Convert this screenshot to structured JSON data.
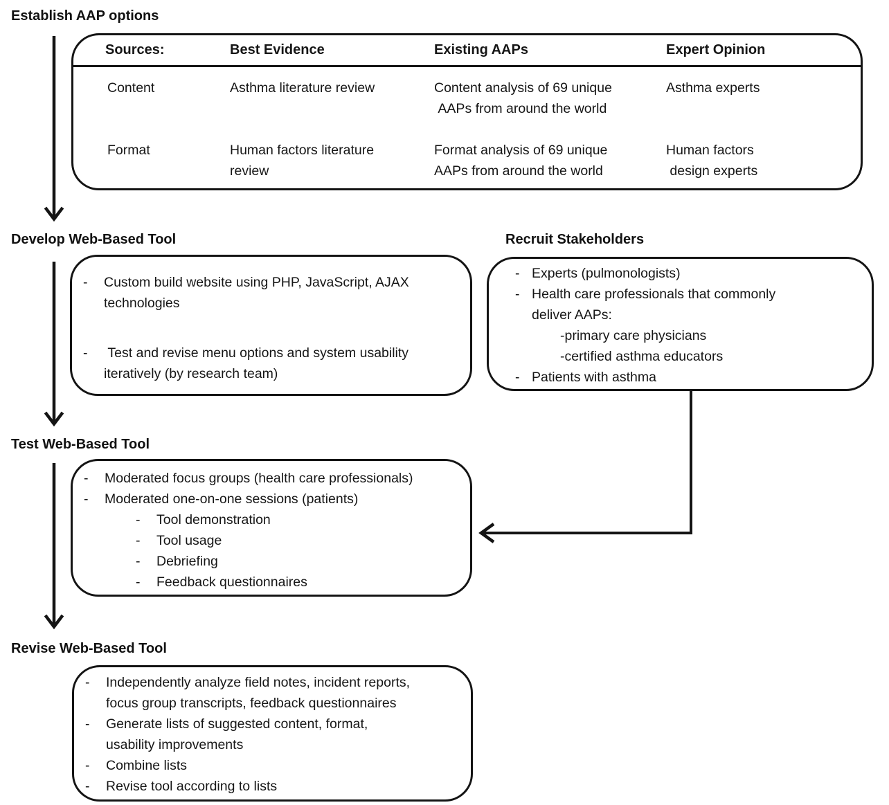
{
  "colors": {
    "ink": "#141414",
    "background": "#ffffff"
  },
  "headings": {
    "establish": "Establish AAP options",
    "develop": "Develop Web-Based Tool",
    "recruit": "Recruit Stakeholders",
    "test": "Test Web-Based Tool",
    "revise": "Revise Web-Based Tool"
  },
  "sources_table": {
    "headers": [
      "Sources:",
      "Best Evidence",
      "Existing AAPs",
      "Expert Opinion"
    ],
    "rows": [
      {
        "source": "Content",
        "best_evidence": "Asthma literature review",
        "existing_aaps": "Content analysis of 69 unique\n AAPs from around the world",
        "expert_opinion": "Asthma experts"
      },
      {
        "source": "Format",
        "best_evidence": "Human factors literature\nreview",
        "existing_aaps": "Format analysis of 69 unique\nAAPs from around the world",
        "expert_opinion": "Human factors\n design experts"
      }
    ]
  },
  "develop_box": {
    "items": [
      {
        "m": "-",
        "t": "Custom build website using PHP, JavaScript, AJAX\ntechnologies"
      },
      {
        "m": "-",
        "t": " Test and revise menu options and system usability\niteratively (by research team)"
      }
    ]
  },
  "recruit_box": {
    "items": [
      {
        "m": "-",
        "t": "Experts (pulmonologists)"
      },
      {
        "m": "-",
        "t": "Health care professionals that commonly\ndeliver AAPs:"
      },
      {
        "m": "",
        "t": "-primary care physicians"
      },
      {
        "m": "",
        "t": "-certified asthma educators"
      },
      {
        "m": "-",
        "t": "Patients with asthma"
      }
    ]
  },
  "test_box": {
    "items": [
      {
        "m": "-",
        "t": "Moderated focus groups (health care professionals)"
      },
      {
        "m": "-",
        "t": "Moderated one-on-one sessions (patients)"
      },
      {
        "m": "-",
        "t": "Tool demonstration"
      },
      {
        "m": "-",
        "t": "Tool usage"
      },
      {
        "m": "-",
        "t": "Debriefing"
      },
      {
        "m": "-",
        "t": "Feedback questionnaires"
      }
    ]
  },
  "revise_box": {
    "items": [
      {
        "m": "-",
        "t": "Independently analyze field notes, incident reports,\nfocus group transcripts, feedback questionnaires"
      },
      {
        "m": "-",
        "t": "Generate lists of suggested content, format,\nusability improvements"
      },
      {
        "m": "-",
        "t": "Combine lists"
      },
      {
        "m": "-",
        "t": "Revise tool according to lists"
      }
    ]
  }
}
